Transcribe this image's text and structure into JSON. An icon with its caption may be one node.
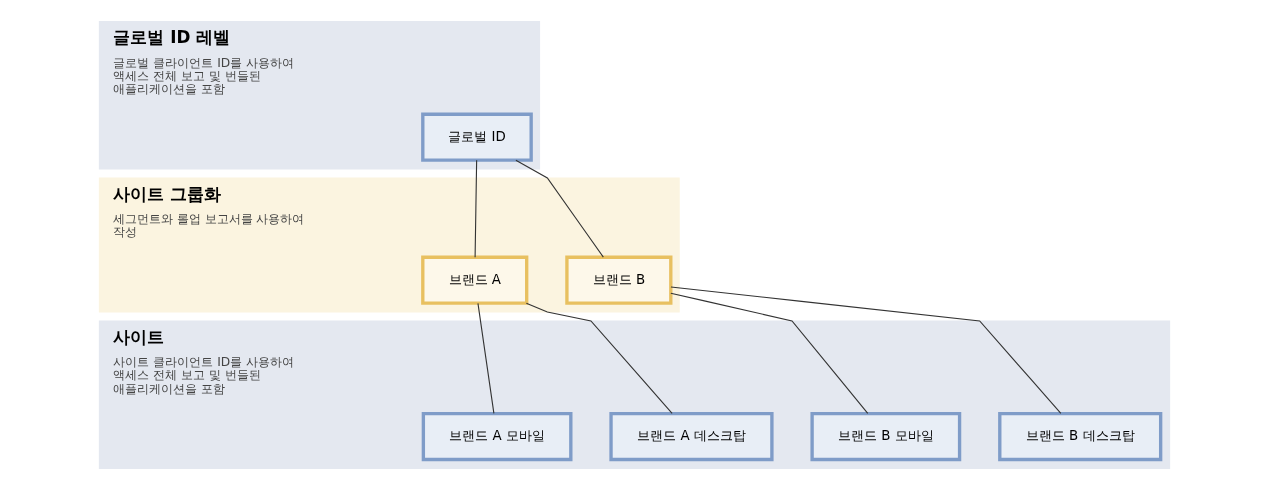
{
  "diagram": {
    "nodes": [
      {
        "text": [
          "글로벌 ID 레벨",
          "글로벌 클라이언트 ID를 사용하여 액세스 전체 보고 및 번들된 애플리케이션을 포함"
        ]
      },
      {
        "text": [
          "글로벌 ID"
        ],
        "in": 0
      },
      {
        "text": [
          "사이트 그룹화",
          "세그먼트와 롤업 보고서를 사용하여 작성"
        ]
      },
      {
        "text": [
          "브랜드 A"
        ],
        "in": 2
      },
      {
        "text": [
          "브랜드 B"
        ],
        "in": 2
      },
      {
        "text": [
          "사이트",
          "사이트 클라이언트 ID를 사용하여 액세스 전체 보고 및 번들된 애플리케이션을 포함"
        ]
      },
      {
        "text": [
          "브랜드 A 모바일"
        ],
        "in": 5
      },
      {
        "text": [
          "브랜드 A 데스크탑"
        ],
        "in": 5
      },
      {
        "text": [
          "브랜드 B 모바일"
        ],
        "in": 5
      },
      {
        "text": [
          "브랜드 B 데스크탑"
        ],
        "in": 5
      }
    ],
    "edges": [
      {
        "from": 1,
        "to": 3,
        "arrow": "none"
      },
      {
        "from": 1,
        "to": 4,
        "arrow": "none"
      },
      {
        "from": 3,
        "to": 6,
        "arrow": "none"
      },
      {
        "from": 3,
        "to": 7,
        "arrow": "none"
      },
      {
        "from": 4,
        "to": 8,
        "arrow": "none"
      },
      {
        "from": 4,
        "to": 9,
        "arrow": "none"
      }
    ]
  }
}
